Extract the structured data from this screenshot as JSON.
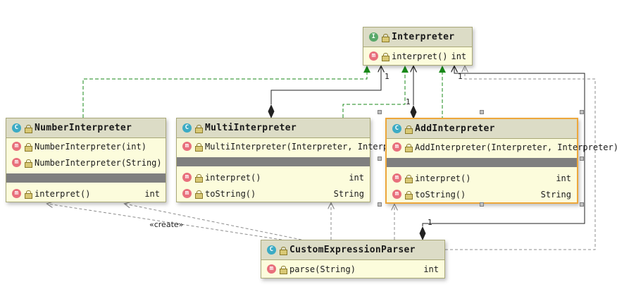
{
  "diagram": {
    "icons": {
      "interface_letter": "I",
      "class_letter": "C",
      "method_letter": "m"
    },
    "colors": {
      "box_header": "#DCDCC6",
      "box_body": "#FCFCDC",
      "box_border": "#A9A878",
      "separator_bar": "#7F7F7F",
      "selection_border": "#EDA73B",
      "realization_edge": "#1A8A1A",
      "aggregation_edge": "#222222",
      "dependency_edge": "#8C8C8C"
    },
    "classes": {
      "interpreter": {
        "name": "Interpreter",
        "members": [
          {
            "label": "interpret()",
            "type": "int"
          }
        ]
      },
      "number_interpreter": {
        "name": "NumberInterpreter",
        "constructors": [
          {
            "label": "NumberInterpreter(int)"
          },
          {
            "label": "NumberInterpreter(String)"
          }
        ],
        "members": [
          {
            "label": "interpret()",
            "type": "int"
          }
        ]
      },
      "multi_interpreter": {
        "name": "MultiInterpreter",
        "constructors": [
          {
            "label": "MultiInterpreter(Interpreter, Interpreter)"
          }
        ],
        "members": [
          {
            "label": "interpret()",
            "type": "int"
          },
          {
            "label": "toString()",
            "type": "String"
          }
        ]
      },
      "add_interpreter": {
        "name": "AddInterpreter",
        "constructors": [
          {
            "label": "AddInterpreter(Interpreter, Interpreter)"
          }
        ],
        "members": [
          {
            "label": "interpret()",
            "type": "int"
          },
          {
            "label": "toString()",
            "type": "String"
          }
        ]
      },
      "custom_expression_parser": {
        "name": "CustomExpressionParser",
        "members": [
          {
            "label": "parse(String)",
            "type": "int"
          }
        ]
      }
    },
    "edge_labels": {
      "create": "«create»",
      "mult_1": "1"
    }
  }
}
